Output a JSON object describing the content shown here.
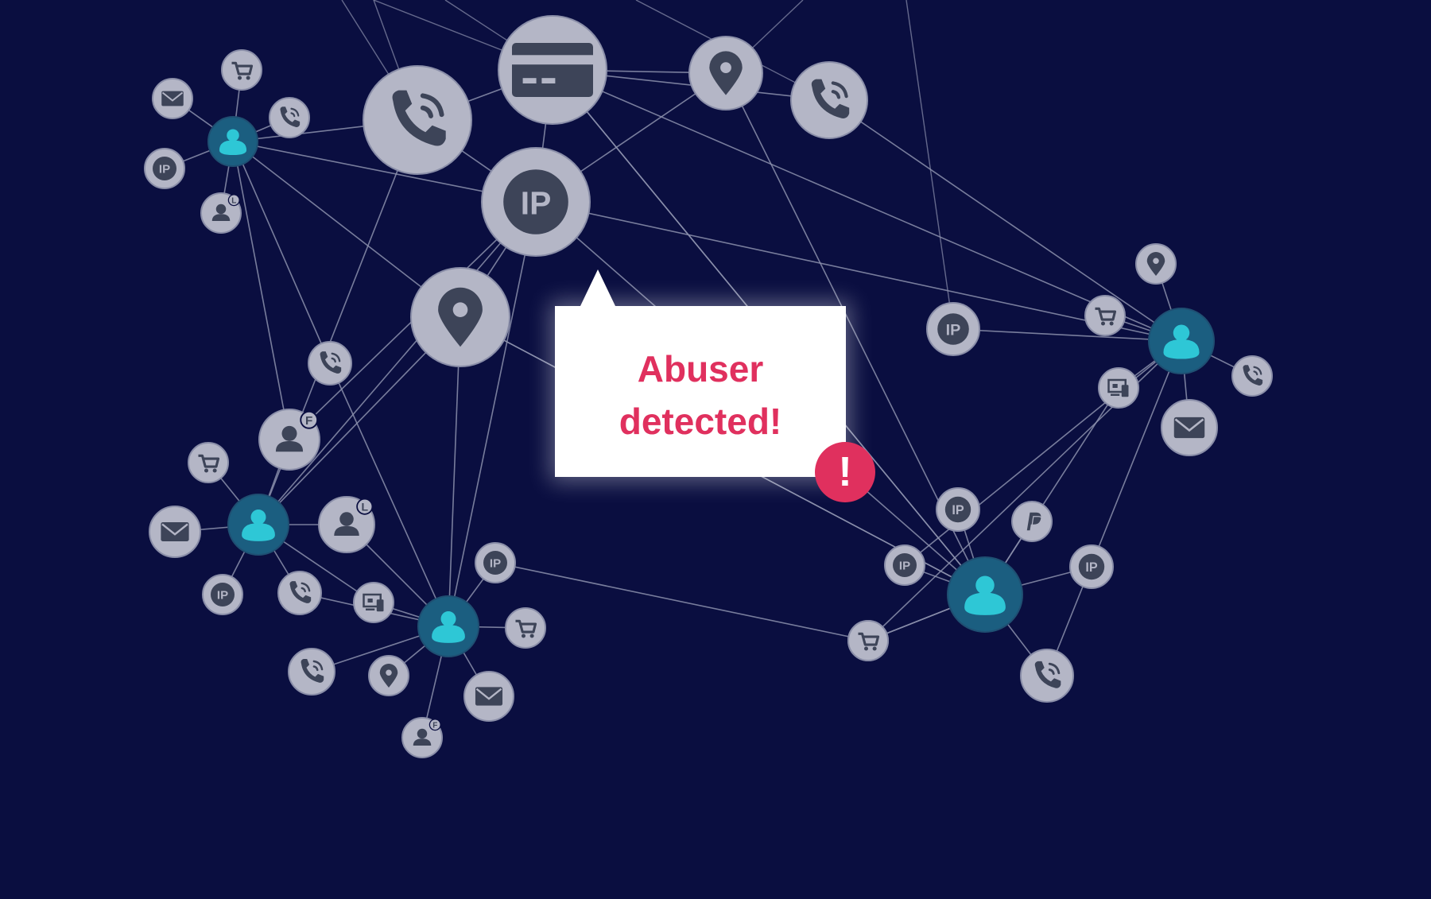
{
  "callout": {
    "text_line1": "Abuser",
    "text_line2": "detected!"
  },
  "alert": {
    "symbol": "!"
  },
  "colors": {
    "background": "#0a0e40",
    "node_fill": "#b4b6c6",
    "node_stroke": "#8a8ea8",
    "icon": "#3d4458",
    "user_fill": "#1b5e80",
    "user_icon": "#2ec7d6",
    "edge": "#8c90ad",
    "alert": "#e0305e"
  },
  "nodes": [
    {
      "id": "u1",
      "kind": "user"
    },
    {
      "id": "u2",
      "kind": "user"
    },
    {
      "id": "u3",
      "kind": "user"
    },
    {
      "id": "u4",
      "kind": "user"
    },
    {
      "id": "u5",
      "kind": "user"
    },
    {
      "id": "b_phone",
      "kind": "phone"
    },
    {
      "id": "b_card",
      "kind": "card"
    },
    {
      "id": "b_pin",
      "kind": "pin"
    },
    {
      "id": "b_phone2",
      "kind": "phone"
    },
    {
      "id": "b_ip",
      "kind": "ip"
    },
    {
      "id": "b_pin2",
      "kind": "pin"
    },
    {
      "id": "c1",
      "kind": "cart"
    },
    {
      "id": "c2",
      "kind": "mail"
    },
    {
      "id": "c3",
      "kind": "phone"
    },
    {
      "id": "c4",
      "kind": "ip"
    },
    {
      "id": "c5",
      "kind": "person",
      "badge": "L"
    },
    {
      "id": "c6",
      "kind": "phone"
    },
    {
      "id": "c7",
      "kind": "person",
      "badge": "F"
    },
    {
      "id": "c8",
      "kind": "cart"
    },
    {
      "id": "c9",
      "kind": "mail"
    },
    {
      "id": "c10",
      "kind": "person",
      "badge": "L"
    },
    {
      "id": "c11",
      "kind": "ip"
    },
    {
      "id": "c12",
      "kind": "phone"
    },
    {
      "id": "c13",
      "kind": "device"
    },
    {
      "id": "c14",
      "kind": "ip"
    },
    {
      "id": "c15",
      "kind": "cart"
    },
    {
      "id": "c16",
      "kind": "phone"
    },
    {
      "id": "c17",
      "kind": "pin"
    },
    {
      "id": "c18",
      "kind": "mail"
    },
    {
      "id": "c19",
      "kind": "person",
      "badge": "F"
    },
    {
      "id": "c20",
      "kind": "ip"
    },
    {
      "id": "c21",
      "kind": "ip"
    },
    {
      "id": "c22",
      "kind": "paypal"
    },
    {
      "id": "c23",
      "kind": "ip"
    },
    {
      "id": "c24",
      "kind": "ip"
    },
    {
      "id": "c25",
      "kind": "cart"
    },
    {
      "id": "c26",
      "kind": "phone"
    },
    {
      "id": "c27",
      "kind": "ip"
    },
    {
      "id": "c28",
      "kind": "pin"
    },
    {
      "id": "c29",
      "kind": "cart"
    },
    {
      "id": "c30",
      "kind": "device"
    },
    {
      "id": "c31",
      "kind": "phone"
    },
    {
      "id": "c32",
      "kind": "mail"
    }
  ],
  "edges": [
    [
      "u1",
      "c1"
    ],
    [
      "u1",
      "c2"
    ],
    [
      "u1",
      "c3"
    ],
    [
      "u1",
      "c4"
    ],
    [
      "u1",
      "c5"
    ],
    [
      "u1",
      "b_phone"
    ],
    [
      "u1",
      "b_pin"
    ],
    [
      "u1",
      "c6"
    ],
    [
      "u1",
      "c7"
    ],
    [
      "u1",
      "b_ip"
    ],
    [
      "u2",
      "c7"
    ],
    [
      "u2",
      "c8"
    ],
    [
      "u2",
      "c9"
    ],
    [
      "u2",
      "c10"
    ],
    [
      "u2",
      "c11"
    ],
    [
      "u2",
      "c12"
    ],
    [
      "u2",
      "b_pin"
    ],
    [
      "u2",
      "b_phone"
    ],
    [
      "u2",
      "b_ip"
    ],
    [
      "u2",
      "c13"
    ],
    [
      "u3",
      "c12"
    ],
    [
      "u3",
      "c13"
    ],
    [
      "u3",
      "c14"
    ],
    [
      "u3",
      "c15"
    ],
    [
      "u3",
      "c16"
    ],
    [
      "u3",
      "c17"
    ],
    [
      "u3",
      "c18"
    ],
    [
      "u3",
      "c19"
    ],
    [
      "u3",
      "b_pin"
    ],
    [
      "u3",
      "b_ip"
    ],
    [
      "u3",
      "c10"
    ],
    [
      "u3",
      "c6"
    ],
    [
      "u4",
      "c20"
    ],
    [
      "u4",
      "c21"
    ],
    [
      "u4",
      "c22"
    ],
    [
      "u4",
      "c23"
    ],
    [
      "u4",
      "c24"
    ],
    [
      "u4",
      "c25"
    ],
    [
      "u4",
      "c26"
    ],
    [
      "u4",
      "c30"
    ],
    [
      "u4",
      "b_card"
    ],
    [
      "u4",
      "b_pin2"
    ],
    [
      "u4",
      "b_pin"
    ],
    [
      "u4",
      "b_ip"
    ],
    [
      "u5",
      "c27"
    ],
    [
      "u5",
      "c28"
    ],
    [
      "u5",
      "c29"
    ],
    [
      "u5",
      "c30"
    ],
    [
      "u5",
      "c31"
    ],
    [
      "u5",
      "c32"
    ],
    [
      "u5",
      "b_phone2"
    ],
    [
      "u5",
      "b_card"
    ],
    [
      "u5",
      "b_ip"
    ],
    [
      "u5",
      "c21"
    ],
    [
      "u5",
      "c24"
    ],
    [
      "u5",
      "c26"
    ],
    [
      "b_phone",
      "b_card"
    ],
    [
      "b_phone",
      "b_ip"
    ],
    [
      "b_card",
      "b_pin2"
    ],
    [
      "b_ip",
      "b_pin"
    ],
    [
      "b_card",
      "b_ip"
    ],
    [
      "b_card",
      "u4"
    ],
    [
      "c14",
      "c25"
    ],
    [
      "c7",
      "b_ip"
    ],
    [
      "b_pin",
      "u4"
    ],
    [
      "b_pin2",
      "b_ip"
    ],
    [
      "b_phone2",
      "b_card"
    ]
  ]
}
